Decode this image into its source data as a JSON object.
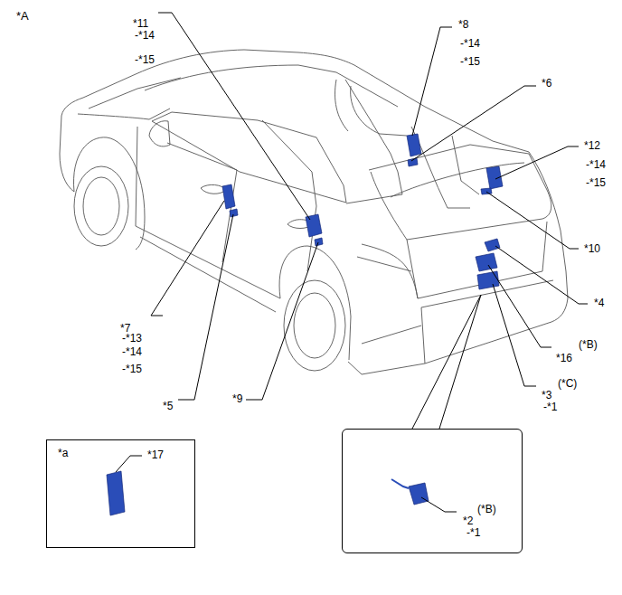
{
  "diagram": {
    "nodes": [
      {
        "text": [
          "*a",
          "*17"
        ]
      },
      {
        "text": [
          "(*B)",
          "*2",
          "-*1"
        ]
      }
    ],
    "labels": [
      "*A",
      "*11",
      "-*14",
      "-*15",
      "*8",
      "-*14",
      "-*15",
      "*6",
      "*12",
      "-*14",
      "-*15",
      "*10",
      "*4",
      "*7",
      "-*13",
      "-*14",
      "-*15",
      "(*B)",
      "*16",
      "(*C)",
      "*3",
      "-*1",
      "*5",
      "*9"
    ]
  }
}
